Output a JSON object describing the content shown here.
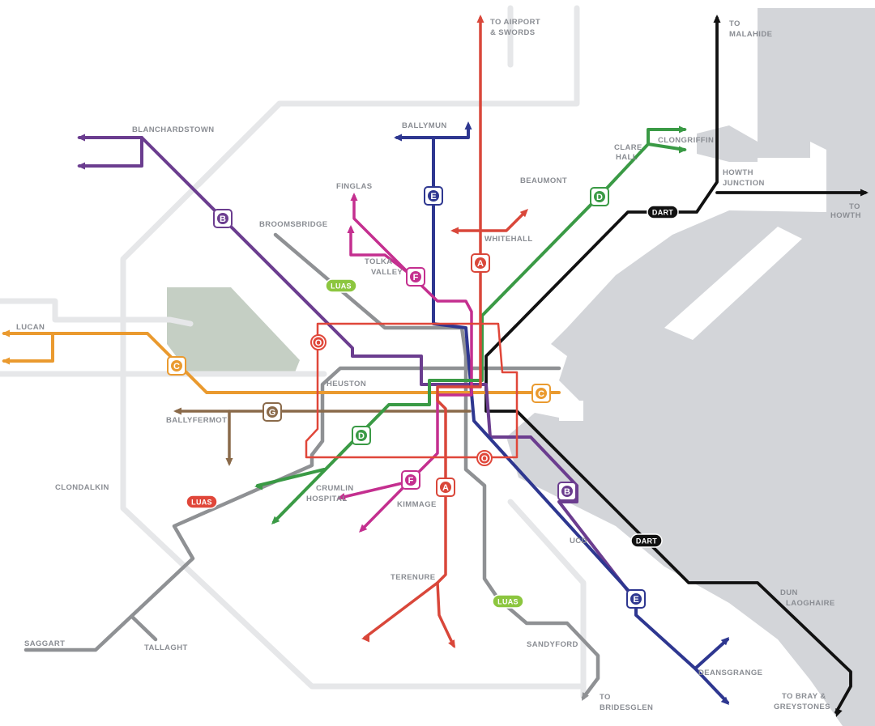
{
  "colors": {
    "A": "#d9473a",
    "B": "#6b3d8f",
    "C": "#ea9a2f",
    "D": "#3a9a45",
    "E": "#2e3790",
    "F": "#c42f8f",
    "G": "#8a6a4a",
    "O": "#e0473a",
    "luas_green": "#8cc63f",
    "luas_red": "#e0473a",
    "dart": "#111111",
    "grey_line": "#8f9194",
    "water": "#d3d5d9",
    "park": "#c5cfc4",
    "roads": "#e6e7e9"
  },
  "places": {
    "airport": "TO AIRPORT",
    "swords": "& SWORDS",
    "to_malahide": "TO",
    "malahide": "MALAHIDE",
    "ballymun": "BALLYMUN",
    "blanchardstown": "BLANCHARDSTOWN",
    "finglas": "FINGLAS",
    "beaumont": "BEAUMONT",
    "clare": "CLARE",
    "hall": "HALL",
    "clongriffin": "CLONGRIFFIN",
    "howth": "HOWTH",
    "junction": "JUNCTION",
    "to_howth": "TO",
    "howth2": "HOWTH",
    "broomsbridge": "BROOMSBRIDGE",
    "whitehall": "WHITEHALL",
    "tolka": "TOLKA",
    "valley": "VALLEY",
    "lucan": "LUCAN",
    "heuston": "HEUSTON",
    "ballyfermot": "BALLYFERMOT",
    "clondalkin": "CLONDALKIN",
    "crumlin": "CRUMLIN",
    "hospital": "HOSPITAL",
    "kimmage": "KIMMAGE",
    "ucd": "UCD",
    "dun": "DUN",
    "laoghaire": "LAOGHAIRE",
    "terenure": "TERENURE",
    "saggart": "SAGGART",
    "tallaght": "TALLAGHT",
    "sandyford": "SANDYFORD",
    "deansgrange": "DEANSGRANGE",
    "to_bridesglen": "TO",
    "bridesglen": "BRIDESGLEN",
    "to_bray": "TO BRAY &",
    "greystones": "GREYSTONES"
  },
  "badges": {
    "A": "A",
    "B": "B",
    "C": "C",
    "D": "D",
    "E": "E",
    "F": "F",
    "G": "G",
    "O": "O"
  },
  "pills": {
    "luas": "LUAS",
    "dart": "DART"
  }
}
